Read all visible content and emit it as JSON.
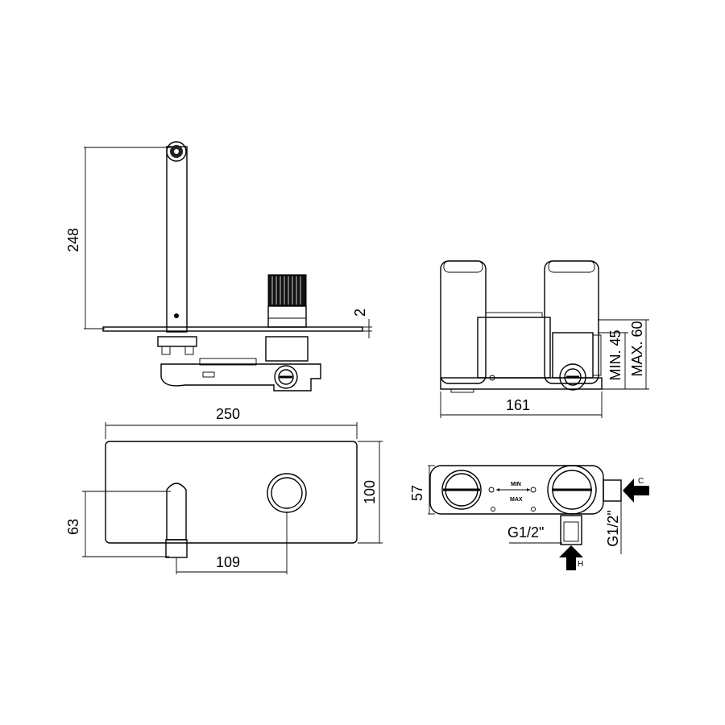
{
  "dimensions": {
    "spout_height": "248",
    "plate_thickness": "2",
    "body_width": "161",
    "min_depth": "MIN. 45",
    "max_depth": "MAX. 60",
    "plate_width": "250",
    "plate_height": "100",
    "spout_axis_height": "63",
    "axis_distance": "109",
    "body_depth": "57",
    "hot_connection": "G1/2\"",
    "cold_connection": "G1/2\""
  },
  "labels": {
    "min": "MIN",
    "max": "MAX",
    "cold": "C",
    "hot": "H"
  }
}
